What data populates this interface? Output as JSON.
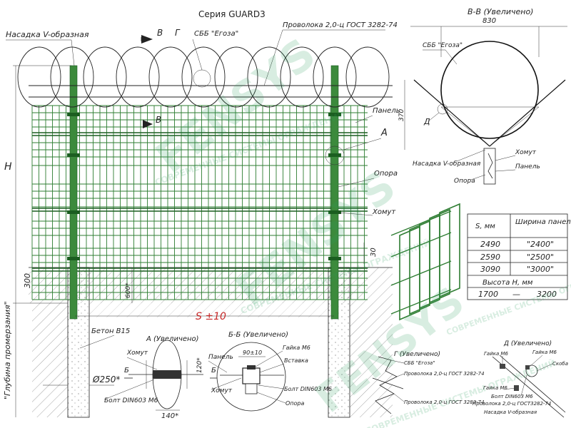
{
  "title": "Серия GUARD3",
  "labels": {
    "nasadka": "Насадка V-образная",
    "section_b_mark": "B",
    "section_g_mark": "Г",
    "sbb_egoza": "СББ \"Егоза\"",
    "wire": "Проволока 2,0-ц ГОСТ 3282-74",
    "panel": "Панель",
    "detail_a": "A",
    "opora": "Опора",
    "homut": "Хомут",
    "h_dim": "H",
    "dim_300": "300",
    "dim_600": "600*",
    "dim_30": "30",
    "s_dim": "S ±10",
    "depth": "\"Глубина промерзания\"",
    "beton": "Бетон В15",
    "phi250": "Ø250*"
  },
  "view_bb": {
    "title": "В-В (Увеличено)",
    "dim_830": "830",
    "dim_370": "370",
    "sbb": "СББ \"Егоза\"",
    "d_mark": "Д",
    "homut": "Хомут",
    "panel": "Панель",
    "nasadka": "Насадка V-образная",
    "opora": "Опора"
  },
  "table": {
    "headers": [
      "S, мм",
      "Ширина панели, мм"
    ],
    "rows": [
      [
        "2490",
        "\"2400\""
      ],
      [
        "2590",
        "\"2500\""
      ],
      [
        "3090",
        "\"3000\""
      ]
    ],
    "height_header": "Высота    H, мм",
    "height_row": [
      "1700",
      "—",
      "3200"
    ]
  },
  "detail_a": {
    "title": "А (Увеличено)",
    "homut": "Хомут",
    "bolt": "Болт DIN603 М6",
    "dim_140": "140*",
    "dim_120": "120*",
    "b": "Б"
  },
  "detail_bb": {
    "title": "Б-Б (Увеличено)",
    "panel": "Панель",
    "homut": "Хомут",
    "dim": "90±10",
    "gaika": "Гайка М6",
    "vstavka": "Вставка",
    "bolt": "Болт DIN603 М6",
    "opora": "Опора"
  },
  "detail_g": {
    "title": "Г (Увеличено)",
    "sbb": "СББ \"Егоза\"",
    "wire1": "Проволока 2,0-ц ГОСТ 3282-74",
    "wire2": "Проволока 2,0-ц ГОСТ 3282-74"
  },
  "detail_d": {
    "title": "Д (Увеличено)",
    "gaika1": "Гайка М6",
    "gaika2": "Гайка М6",
    "skoba": "Скоба",
    "gaika3": "Гайка М6",
    "bolt": "Болт DIN603 М6",
    "wire": "Проволока 2,0-ц ГОСТ3282-74",
    "nasadka": "Насадка V-образная"
  },
  "watermark": {
    "brand": "FENSYS",
    "tagline1": "СОВРЕМЕННЫЕ СИСТЕМЫ ОГРАЖДЕНИЙ",
    "tagline2": "СОВРЕМЕННЫЕ СИСТЕМЫ ОГРАЖДЕНИЙ",
    "tagline3": "СОВРЕМЕННЫЕ СИСТЕМЫ ОГРАЖДЕНИЙ",
    "tagline4": "СОВРЕМЕННЫЕ СИСТЕМЫ ОГРАЖДЕНИЙ"
  },
  "colors": {
    "mesh": "#2e7d32",
    "post": "#3c8a3c",
    "line": "#222222",
    "watermark": "#2e9e5e"
  }
}
